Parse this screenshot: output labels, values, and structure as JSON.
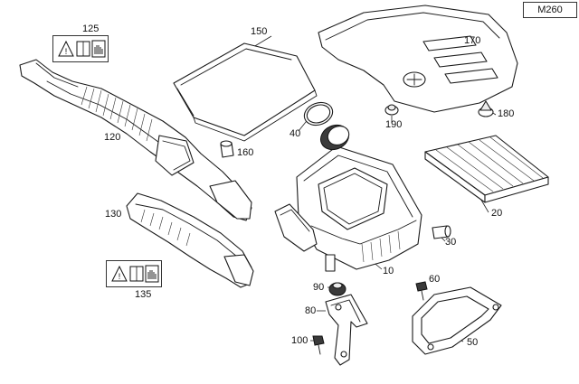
{
  "diagram_code": "M260",
  "callouts": {
    "c10": "10",
    "c20": "20",
    "c30": "30",
    "c40": "40",
    "c50": "50",
    "c60": "60",
    "c80": "80",
    "c90": "90",
    "c100": "100",
    "c120": "120",
    "c125": "125",
    "c130": "130",
    "c135": "135",
    "c150": "150",
    "c160": "160",
    "c170": "170",
    "c180": "180",
    "c190": "190"
  },
  "icons": {
    "warning_label_125": "hazard-triangle-book-glove-icon",
    "warning_label_135": "hazard-triangle-book-glove-icon"
  }
}
